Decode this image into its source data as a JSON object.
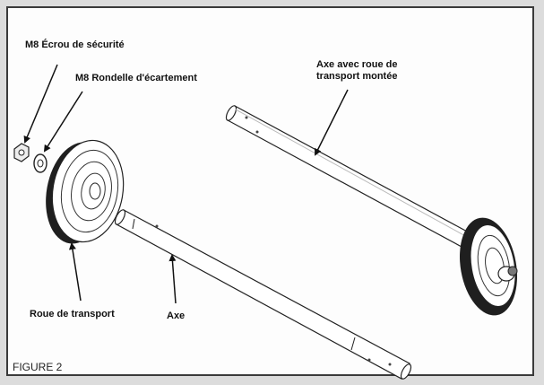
{
  "labels": {
    "nut": "M8  Écrou de sécurité",
    "washer": "M8 Rondelle d'écartement",
    "axle_assembly_line1": "Axe avec roue de",
    "axle_assembly_line2": "transport montée",
    "wheel": "Roue de transport",
    "axle": "Axe"
  },
  "figure_caption": "FIGURE 2"
}
